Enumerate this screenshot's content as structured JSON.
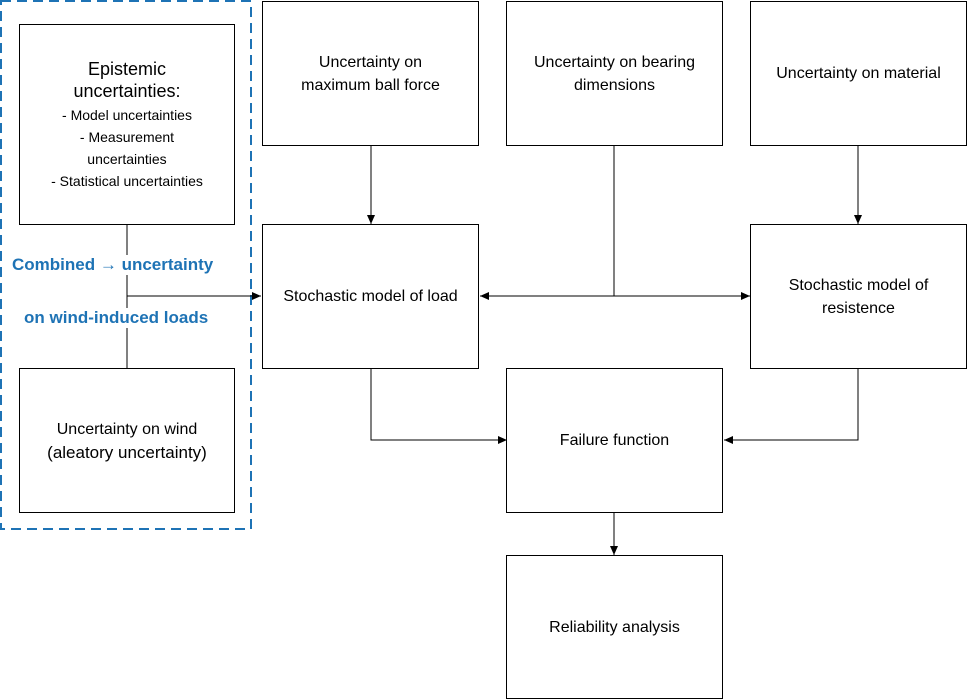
{
  "boxes": {
    "epistemic": {
      "title_line1": "Epistemic",
      "title_line2": "uncertainties:",
      "items": [
        "- Model uncertainties",
        "- Measurement",
        "uncertainties",
        "- Statistical uncertainties"
      ]
    },
    "wind": {
      "line1": "Uncertainty on wind",
      "line2": "(aleatory uncertainty)"
    },
    "ball_force": {
      "line1": "Uncertainty on",
      "line2": "maximum ball force"
    },
    "bearing_dims": {
      "line1": "Uncertainty on bearing",
      "line2": "dimensions"
    },
    "material": {
      "line1": "Uncertainty on material"
    },
    "load_model": {
      "line1": "Stochastic model of load"
    },
    "resistance_model": {
      "line1": "Stochastic model of",
      "line2": "resistence"
    },
    "failure": {
      "line1": "Failure function"
    },
    "reliability": {
      "line1": "Reliability analysis"
    }
  },
  "group_label": {
    "line1_a": "Combined",
    "arrow": "→",
    "line1_b": "uncertainty",
    "line2": "on wind-induced loads"
  },
  "colors": {
    "group_border": "#1e73b5",
    "group_text": "#1e73b5",
    "lines": "#000000"
  }
}
